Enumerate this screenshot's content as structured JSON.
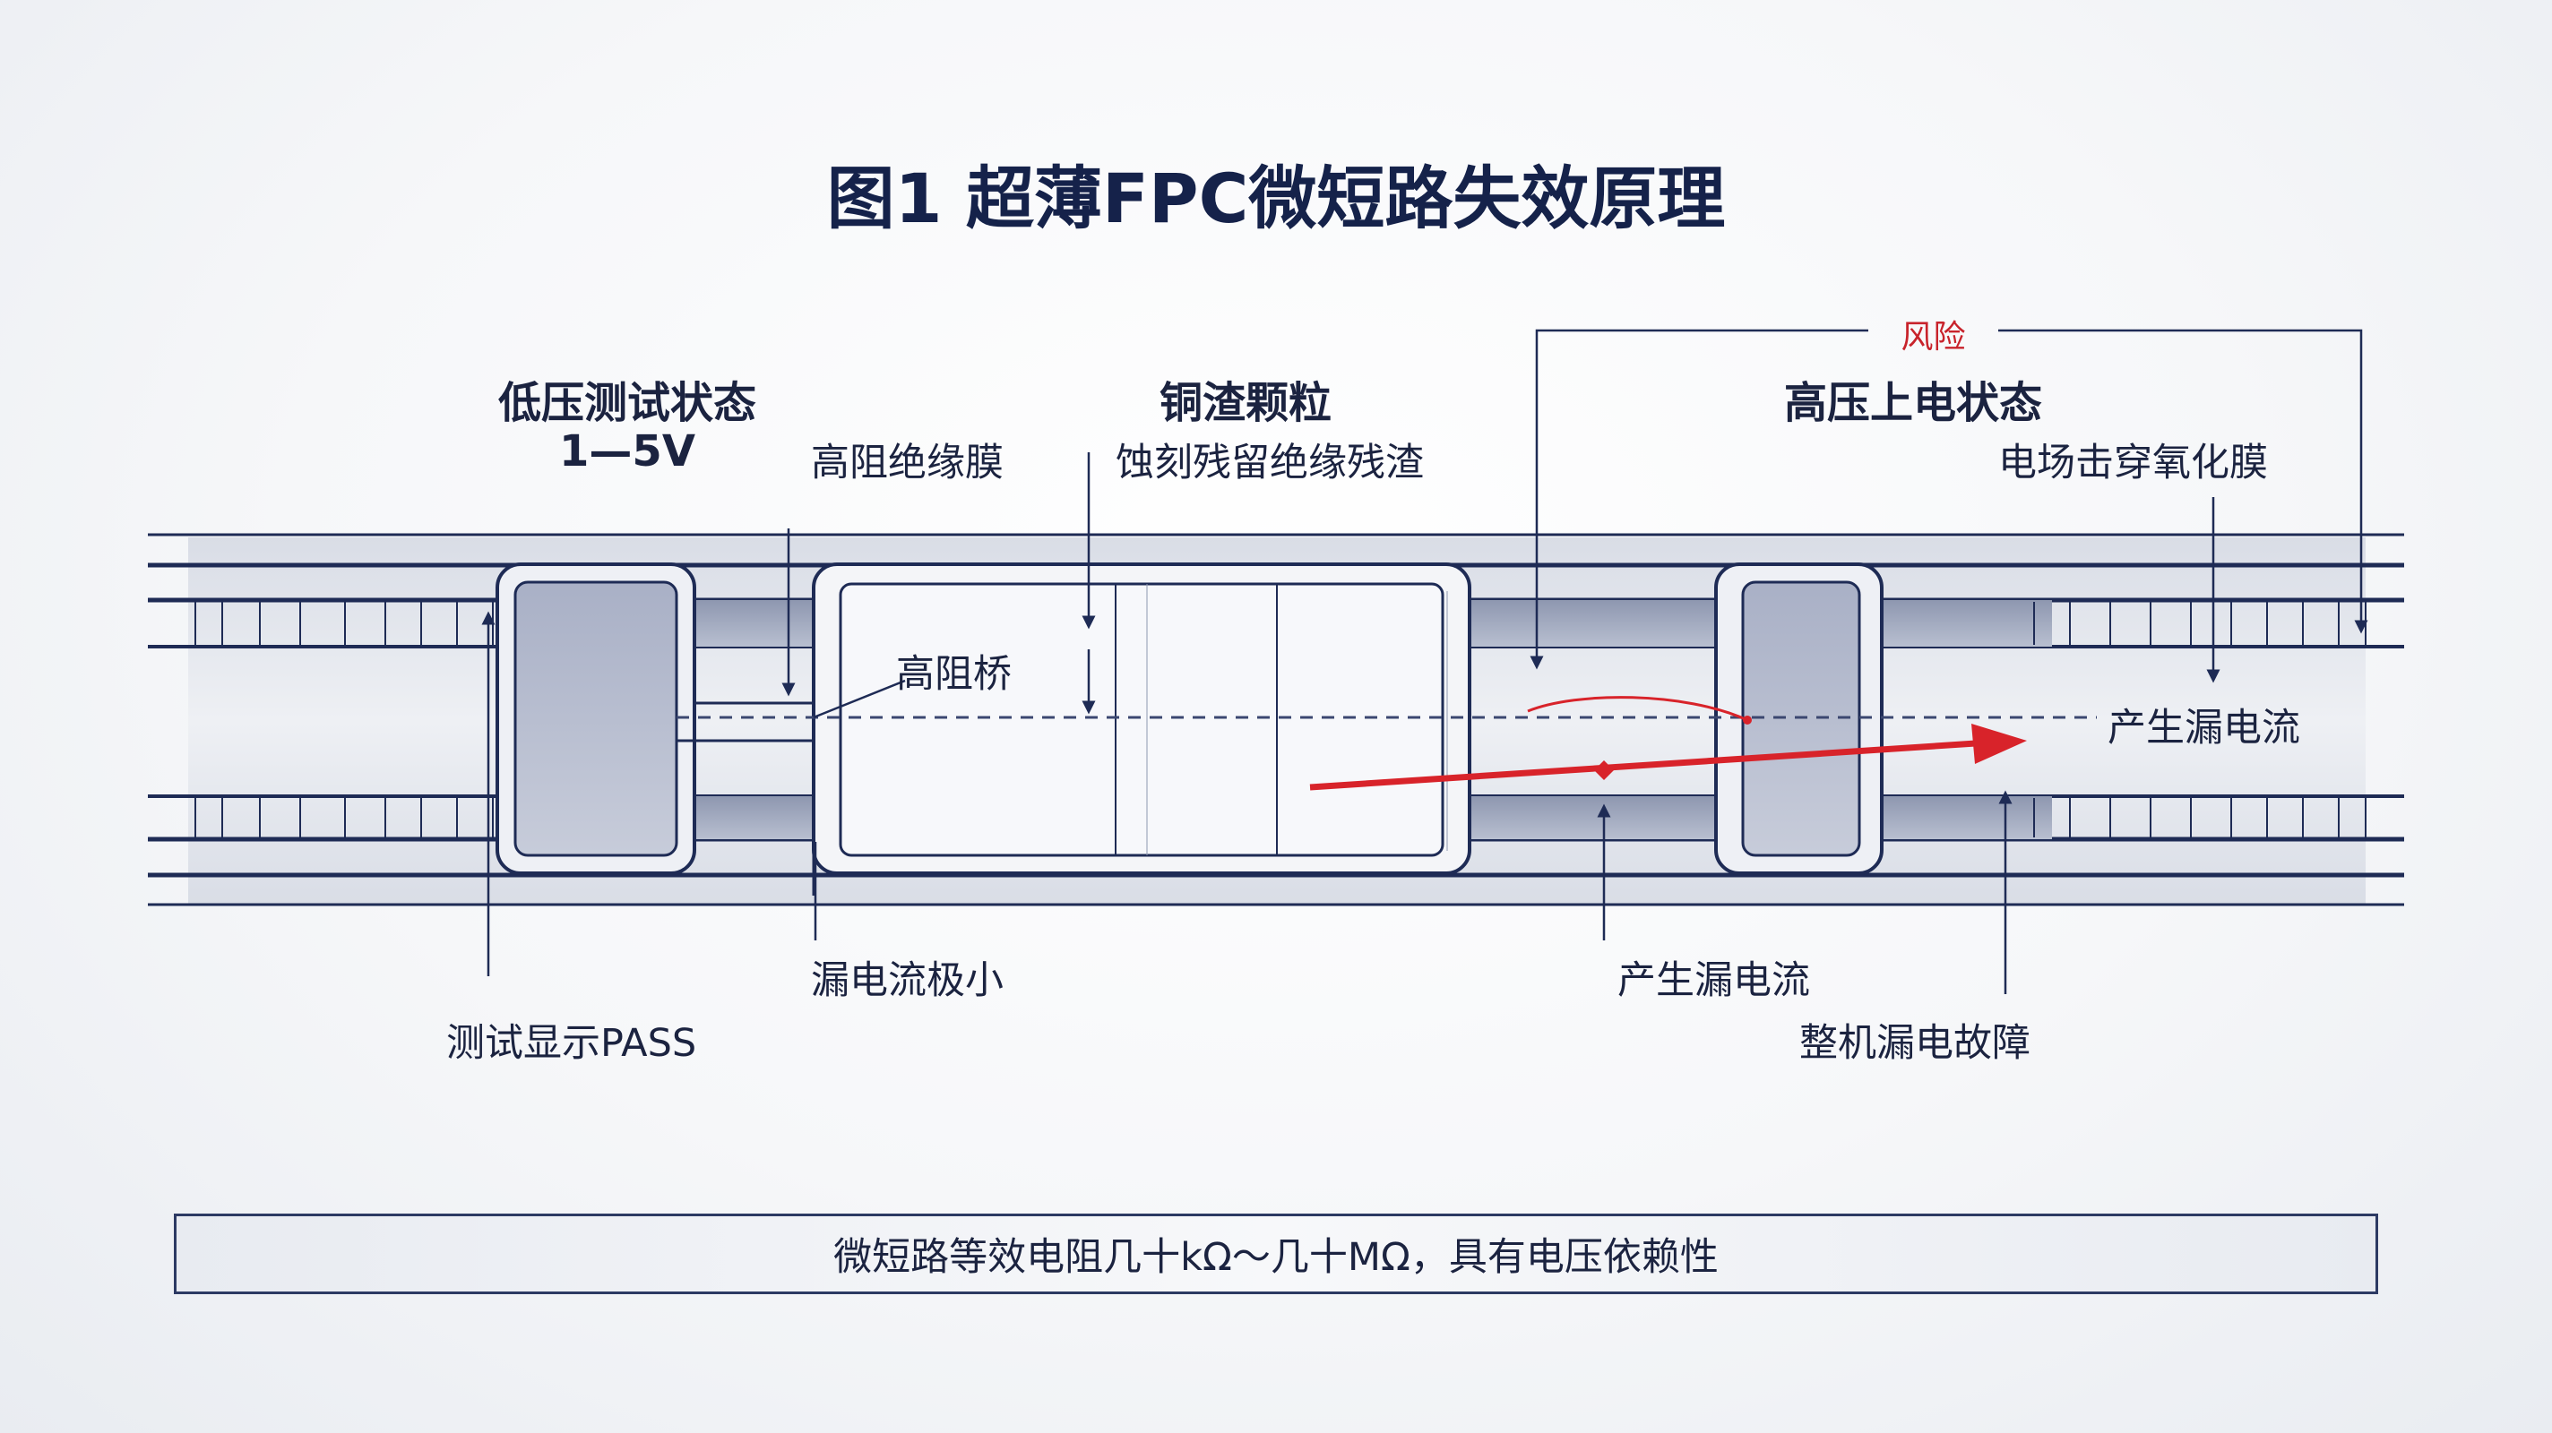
{
  "title": "图1 超薄FPC微短路失效原理",
  "sections": {
    "low_voltage": {
      "heading": "低压测试状态",
      "voltage": "1—5V"
    },
    "particle": {
      "heading": "铜渣颗粒"
    },
    "high_voltage": {
      "heading": "高压上电状态",
      "risk": "风险"
    }
  },
  "labels": {
    "high_res_film": "高阻绝缘膜",
    "etch_residue": "蚀刻残留绝缘残渣",
    "breakdown": "电场击穿氧化膜",
    "high_res_bridge": "高阻桥",
    "leak_right": "产生漏电流",
    "leak_small": "漏电流极小",
    "test_pass": "测试显示PASS",
    "leak_mid": "产生漏电流",
    "system_fault": "整机漏电故障"
  },
  "summary": "微短路等效电阻几十kΩ～几十MΩ，具有电压依赖性",
  "colors": {
    "navy": "#1e2b55",
    "accent_red": "#d8232a",
    "gray_fill": "#8e97b0"
  }
}
